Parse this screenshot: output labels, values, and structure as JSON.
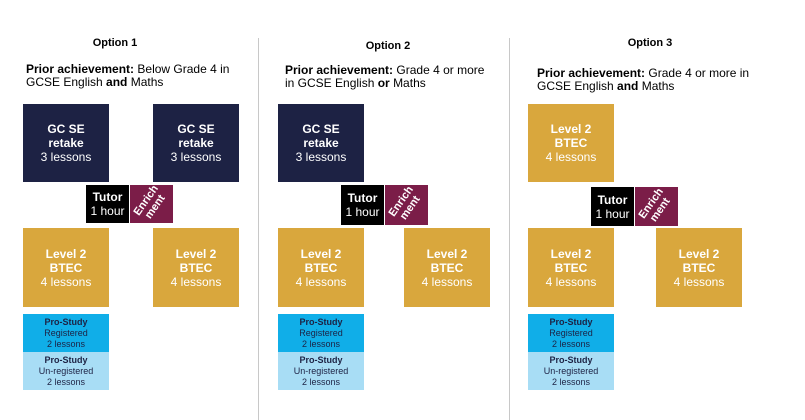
{
  "options": [
    {
      "title": "Option 1",
      "prior_label": "Prior achievement:",
      "prior_text_1": "Below Grade 4 in",
      "prior_text_2": "GCSE English",
      "prior_and": "and",
      "prior_text_3": "Maths",
      "gcse_a": {
        "l1": "GC SE",
        "l2": "retake",
        "l3": "3 lessons"
      },
      "gcse_b": {
        "l1": "GC SE",
        "l2": "retake",
        "l3": "3 lessons"
      },
      "tutor": {
        "l1": "Tutor",
        "l2": "1 hour"
      },
      "enrichment": "Enrich\nment",
      "btec_a": {
        "l1": "Level 2",
        "l2": "BTEC",
        "l3": "4 lessons"
      },
      "btec_b": {
        "l1": "Level 2",
        "l2": "BTEC",
        "l3": "4 lessons"
      },
      "prostudy_reg": {
        "l1": "Pro-Study",
        "l2": "Registered",
        "l3": "2 lessons"
      },
      "prostudy_unreg": {
        "l1": "Pro-Study",
        "l2": "Un-registered",
        "l3": "2 lessons"
      }
    },
    {
      "title": "Option 2",
      "prior_label": "Prior achievement:",
      "prior_text_1": "Grade 4 or more",
      "prior_text_2": "in GCSE English",
      "prior_and": "or",
      "prior_text_3": "Maths",
      "gcse_a": {
        "l1": "GC SE",
        "l2": "retake",
        "l3": "3 lessons"
      },
      "tutor": {
        "l1": "Tutor",
        "l2": "1 hour"
      },
      "enrichment": "Enrich\nment",
      "btec_a": {
        "l1": "Level 2",
        "l2": "BTEC",
        "l3": "4 lessons"
      },
      "btec_b": {
        "l1": "Level 2",
        "l2": "BTEC",
        "l3": "4 lessons"
      },
      "prostudy_reg": {
        "l1": "Pro-Study",
        "l2": "Registered",
        "l3": "2 lessons"
      },
      "prostudy_unreg": {
        "l1": "Pro-Study",
        "l2": "Un-registered",
        "l3": "2 lessons"
      }
    },
    {
      "title": "Option 3",
      "prior_label": "Prior achievement:",
      "prior_text_1": "Grade 4 or more in",
      "prior_text_2": "GCSE English",
      "prior_and": "and",
      "prior_text_3": "Maths",
      "btec_top": {
        "l1": "Level 2",
        "l2": "BTEC",
        "l3": "4 lessons"
      },
      "tutor": {
        "l1": "Tutor",
        "l2": "1 hour"
      },
      "enrichment": "Enrich\nment",
      "btec_a": {
        "l1": "Level 2",
        "l2": "BTEC",
        "l3": "4 lessons"
      },
      "btec_b": {
        "l1": "Level 2",
        "l2": "BTEC",
        "l3": "4 lessons"
      },
      "prostudy_reg": {
        "l1": "Pro-Study",
        "l2": "Registered",
        "l3": "2 lessons"
      },
      "prostudy_unreg": {
        "l1": "Pro-Study",
        "l2": "Un-registered",
        "l3": "2 lessons"
      }
    }
  ],
  "colors": {
    "navy": "#1d2244",
    "gold": "#d9a73d",
    "tutor": "#000000",
    "enrichment": "#7b1d48",
    "prostudy_registered": "#10aee8",
    "prostudy_unregistered": "#a8ddf5"
  }
}
